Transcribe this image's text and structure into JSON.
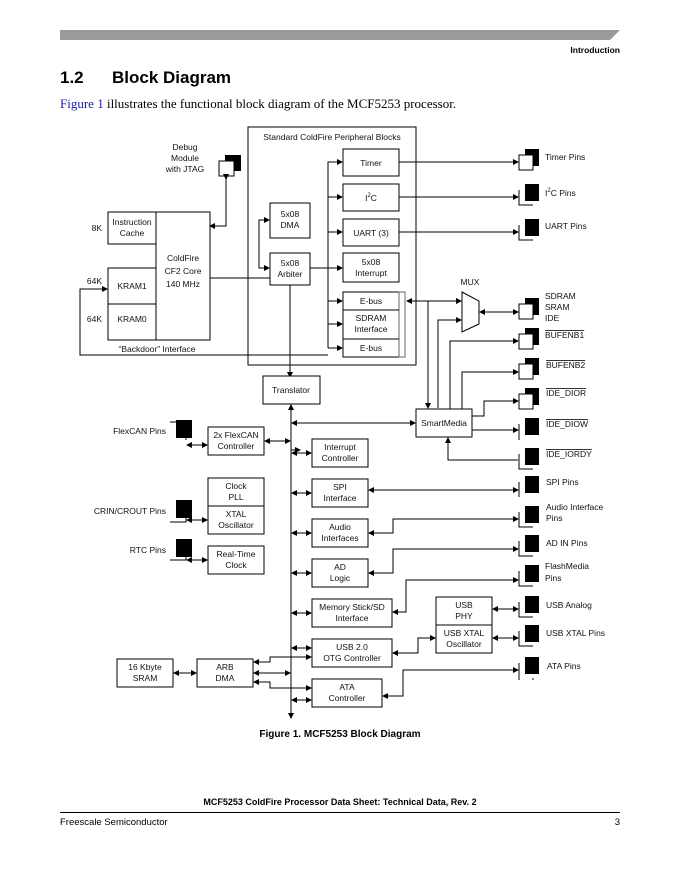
{
  "header": {
    "section_label": "Introduction",
    "bar_color": "#9a9a9a"
  },
  "heading": {
    "number": "1.2",
    "title": "Block Diagram"
  },
  "intro": {
    "link_text": "Figure 1",
    "rest_text": " illustrates the functional block diagram of the MCF5253 processor.",
    "link_color": "#1a1aa6"
  },
  "diagram": {
    "group_title": "Standard ColdFire Peripheral Blocks",
    "debug_label": [
      "Debug",
      "Module",
      "with JTAG"
    ],
    "instruction_cache": [
      "Instruction",
      "Cache"
    ],
    "cache_size": "8K",
    "core": [
      "ColdFire",
      "CF2 Core",
      "140 MHz"
    ],
    "kram1": "KRAM1",
    "kram0": "KRAM0",
    "kram1_size": "64K",
    "kram0_size": "64K",
    "backdoor": "“Backdoor” Interface",
    "dma": [
      "5x08",
      "DMA"
    ],
    "arbiter": [
      "5x08",
      "Arbiter"
    ],
    "timer": "Timer",
    "i2c": "I",
    "i2c_sup": "2",
    "i2c_tail": "C",
    "uart": "UART (3)",
    "interrupt5": [
      "5x08",
      "Interrupt"
    ],
    "ebus1": "E-bus",
    "sdram_if": [
      "SDRAM",
      "Interface"
    ],
    "ebus2": "E-bus",
    "mux": "MUX",
    "translator": "Translator",
    "smartmedia": "SmartMedia",
    "flexcan": [
      "2x FlexCAN",
      "Controller"
    ],
    "interrupt_ctrl": [
      "Interrupt",
      "Controller"
    ],
    "clock_pll": [
      "Clock",
      "PLL"
    ],
    "xtal": [
      "XTAL",
      "Oscillator"
    ],
    "rtc": [
      "Real-Time",
      "Clock"
    ],
    "spi": [
      "SPI",
      "Interface"
    ],
    "audio": [
      "Audio",
      "Interfaces"
    ],
    "ad": [
      "AD",
      "Logic"
    ],
    "msd": [
      "Memory Stick/SD",
      "Interface"
    ],
    "usb_phy": [
      "USB",
      "PHY"
    ],
    "usb_xtal": [
      "USB XTAL",
      "Oscillator"
    ],
    "usb_otg": [
      "USB 2.0",
      "OTG Controller"
    ],
    "ata": [
      "ATA",
      "Controller"
    ],
    "sram16": [
      "16 Kbyte",
      "SRAM"
    ],
    "arb_dma": [
      "ARB",
      "DMA"
    ],
    "left_pins": {
      "flexcan": "FlexCAN Pins",
      "crin": "CRIN/CROUT Pins",
      "rtc": "RTC Pins"
    },
    "right_pins": {
      "timer": "Timer Pins",
      "i2c_a": "I",
      "i2c_sup": "2",
      "i2c_b": "C Pins",
      "uart": "UART Pins",
      "mem": [
        "SDRAM",
        "SRAM",
        "IDE"
      ],
      "bufenb1": "BUFENB1",
      "bufenb2": "BUFENB2",
      "ide_dior": "IDE_DIOR",
      "ide_diow": "IDE_DIOW",
      "ide_iordy": "IDE_IORDY",
      "spi": "SPI Pins",
      "audio": [
        "Audio Interface",
        "Pins"
      ],
      "adin": "AD IN Pins",
      "flash": [
        "FlashMedia",
        "Pins"
      ],
      "usb_analog": "USB Analog",
      "usb_xtal": "USB XTAL Pins",
      "ata": "ATA Pins"
    }
  },
  "caption": "Figure 1. MCF5253 Block Diagram",
  "footer": {
    "doc_title": "MCF5253 ColdFire Processor Data Sheet: Technical Data, Rev. 2",
    "company": "Freescale Semiconductor",
    "page": "3"
  }
}
